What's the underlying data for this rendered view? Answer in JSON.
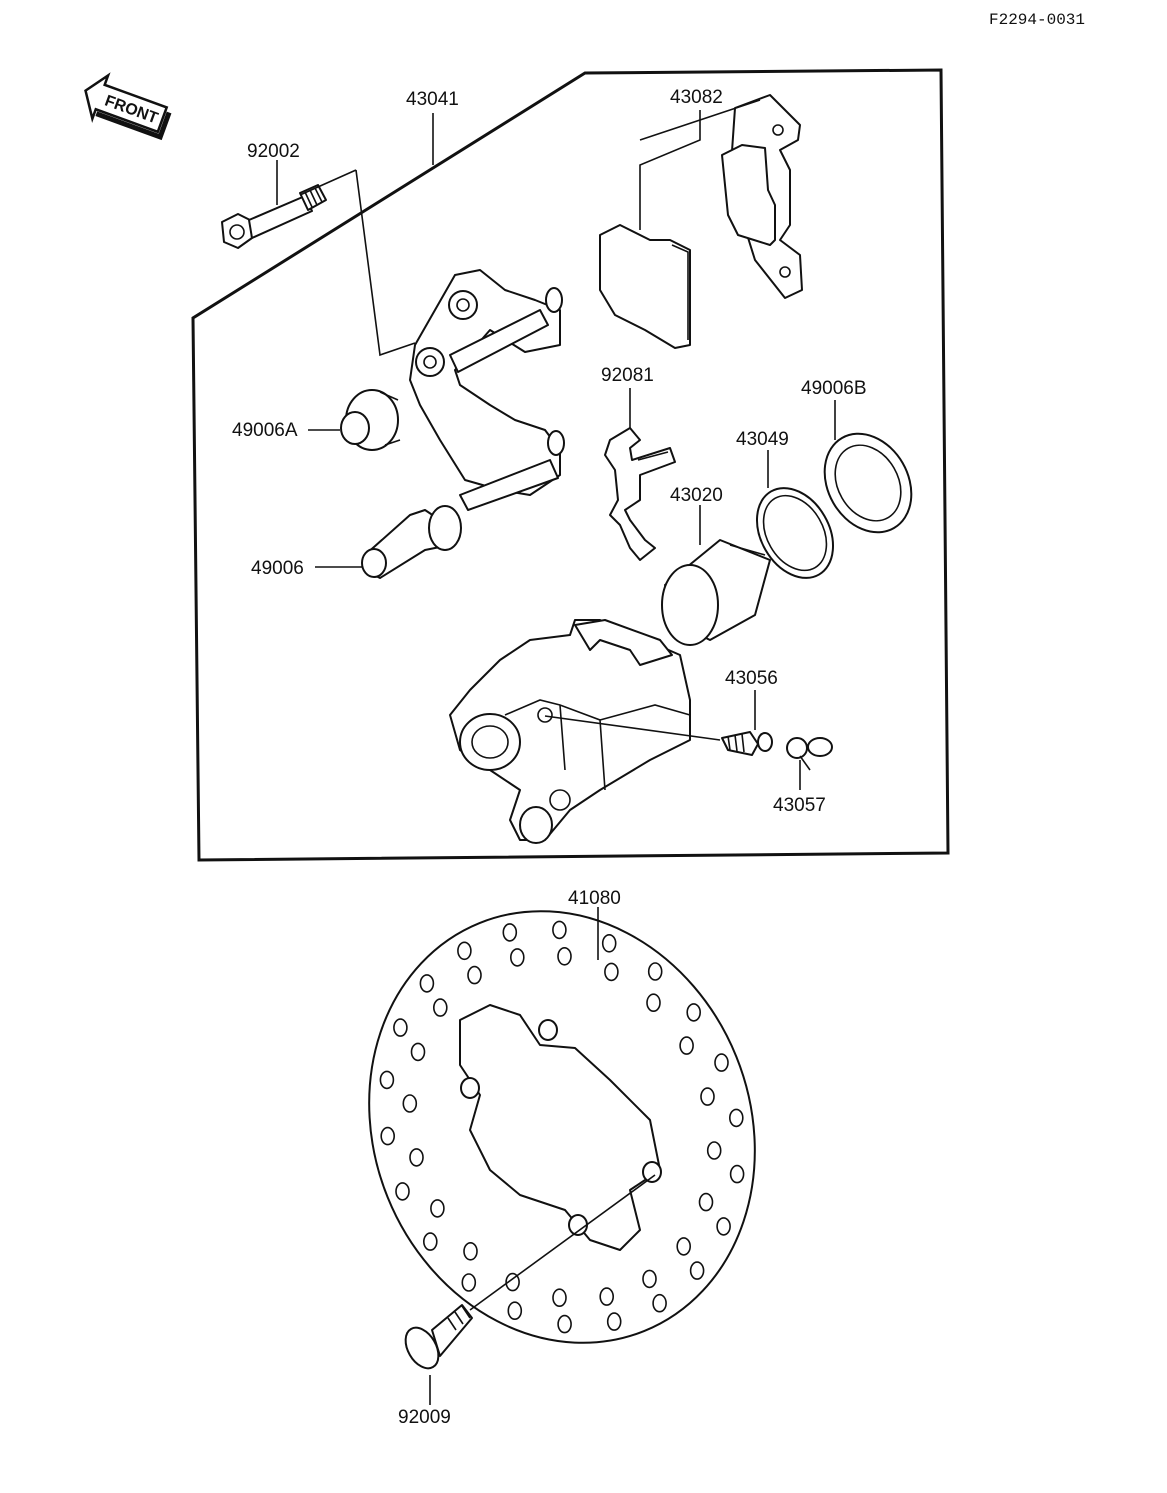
{
  "figure_code": "F2294-0031",
  "front_label": "FRONT",
  "parts": {
    "p43041": "43041",
    "p43082": "43082",
    "p92002": "92002",
    "p92081": "92081",
    "p49006B": "49006B",
    "p49006A": "49006A",
    "p43049": "43049",
    "p43020": "43020",
    "p49006": "49006",
    "p43056": "43056",
    "p43057": "43057",
    "p41080": "41080",
    "p92009": "92009"
  }
}
